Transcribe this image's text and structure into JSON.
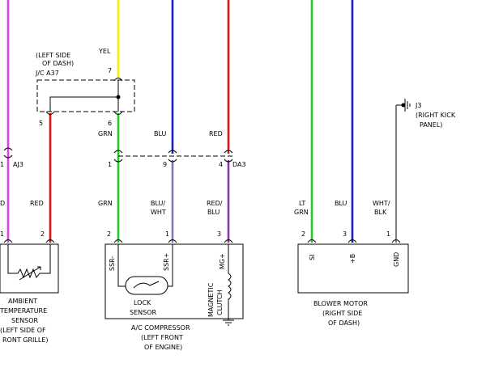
{
  "colors": {
    "pink": "#e040e0",
    "red": "#e01515",
    "yellow": "#f0f000",
    "green": "#22cc22",
    "blue": "#2020c0",
    "purple": "#8a3aa8",
    "gray": "#7a7ab4"
  },
  "junction": {
    "title_line1": "(LEFT SIDE",
    "title_line2": "OF DASH)",
    "name": "J/C A37",
    "pin7": "7",
    "pin5": "5",
    "pin6": "6"
  },
  "connector_aj3": {
    "pin": "1",
    "name": "AJ3"
  },
  "connector_da3": {
    "pin9": "9",
    "pin4": "4",
    "pin1": "1",
    "name": "DA3"
  },
  "ground_j3": {
    "name": "J3",
    "line1": "(RIGHT KICK",
    "line2": "PANEL)"
  },
  "wire_labels": {
    "yel": "YEL",
    "grn_top": "GRN",
    "blu_top": "BLU",
    "red_top": "RED",
    "d_left": "D",
    "red_left": "RED",
    "grn_mid": "GRN",
    "blu_wht_1": "BLU/",
    "blu_wht_2": "WHT",
    "red_blu_1": "RED/",
    "red_blu_2": "BLU",
    "lt_grn_1": "LT",
    "lt_grn_2": "GRN",
    "blu_right": "BLU",
    "wht_blk_1": "WHT/",
    "wht_blk_2": "BLK"
  },
  "ambient_sensor": {
    "pin1": "1",
    "pin2": "2",
    "line1": "AMBIENT",
    "line2": "TEMPERATURE",
    "line3": "SENSOR",
    "line4": "(LEFT SIDE OF",
    "line5": "RONT GRILLE)"
  },
  "ac_compressor": {
    "pin2": "2",
    "pin1": "1",
    "pin3": "3",
    "term_ssr_minus": "SSR-",
    "term_ssr_plus": "SSR+",
    "term_mg_plus": "MG+",
    "lock_line1": "LOCK",
    "lock_line2": "SENSOR",
    "clutch_line1": "MAGNETIC",
    "clutch_line2": "CLUTCH",
    "line1": "A/C COMPRESSOR",
    "line2": "(LEFT FRONT",
    "line3": "OF ENGINE)"
  },
  "blower_motor": {
    "pin2": "2",
    "pin3": "3",
    "pin1": "1",
    "term_si": "SI",
    "term_b": "+B",
    "term_gnd": "GND",
    "line1": "BLOWER MOTOR",
    "line2": "(RIGHT SIDE",
    "line3": "OF DASH)"
  }
}
